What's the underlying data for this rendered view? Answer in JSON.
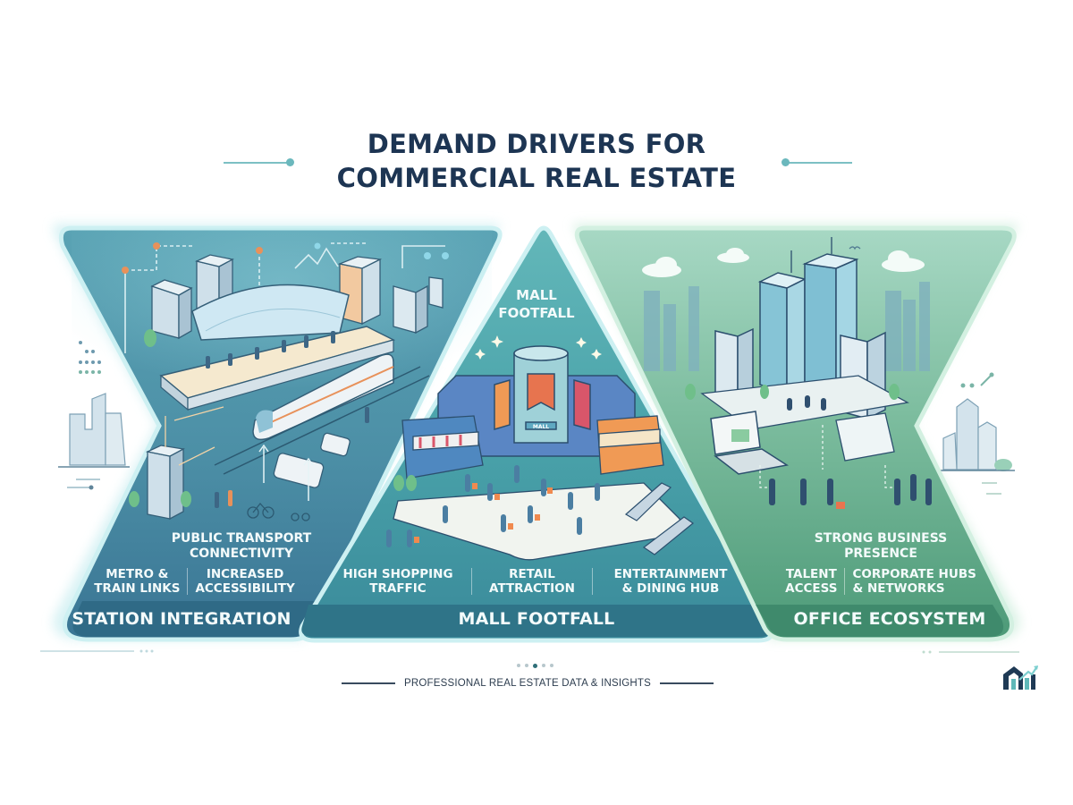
{
  "header": {
    "title_line1": "DEMAND DRIVERS FOR",
    "title_line2": "COMMERCIAL REAL ESTATE"
  },
  "panels": [
    {
      "id": "station",
      "illustration": "train-station-transit-icon",
      "headline": "PUBLIC TRANSPORT CONNECTIVITY",
      "headline_line1": "PUBLIC TRANSPORT",
      "headline_line2": "CONNECTIVITY",
      "points": [
        {
          "line1": "METRO &",
          "line2": "TRAIN LINKS"
        },
        {
          "line1": "INCREASED",
          "line2": "ACCESSIBILITY"
        }
      ],
      "label": "STATION INTEGRATION",
      "color": "#3f7f9a",
      "band_color": "#2f6a86"
    },
    {
      "id": "mall",
      "illustration": "shopping-mall-icon",
      "top_label_line1": "MALL",
      "top_label_line2": "FOOTFALL",
      "storefront_sign": "MALL",
      "points": [
        {
          "line1": "HIGH SHOPPING",
          "line2": "TRAFFIC"
        },
        {
          "line1": "RETAIL",
          "line2": "ATTRACTION"
        },
        {
          "line1": "ENTERTAINMENT",
          "line2": "& DINING HUB"
        }
      ],
      "label": "MALL FOOTFALL",
      "color": "#3a8c98",
      "band_color": "#2f7488"
    },
    {
      "id": "office",
      "illustration": "office-towers-business-icon",
      "headline_line1": "STRONG BUSINESS",
      "headline_line2": "PRESENCE",
      "points": [
        {
          "line1": "TALENT",
          "line2": "ACCESS"
        },
        {
          "line1": "CORPORATE HUBS",
          "line2": "& NETWORKS"
        }
      ],
      "label": "OFFICE ECOSYSTEM",
      "color": "#4c9a78",
      "band_color": "#3f8a6c"
    }
  ],
  "footer": {
    "tagline": "PROFESSIONAL REAL ESTATE DATA & INSIGHTS",
    "pager_dots": 5,
    "pager_active_index": 2,
    "logo": "building-growth-logo-icon"
  },
  "colors": {
    "title": "#1d3553",
    "accent_teal": "#6bb8bd",
    "station_blue": "#3f7f9a",
    "mall_teal": "#3a8c98",
    "office_green": "#4c9a78",
    "panel_border": "#bfe9ec"
  }
}
